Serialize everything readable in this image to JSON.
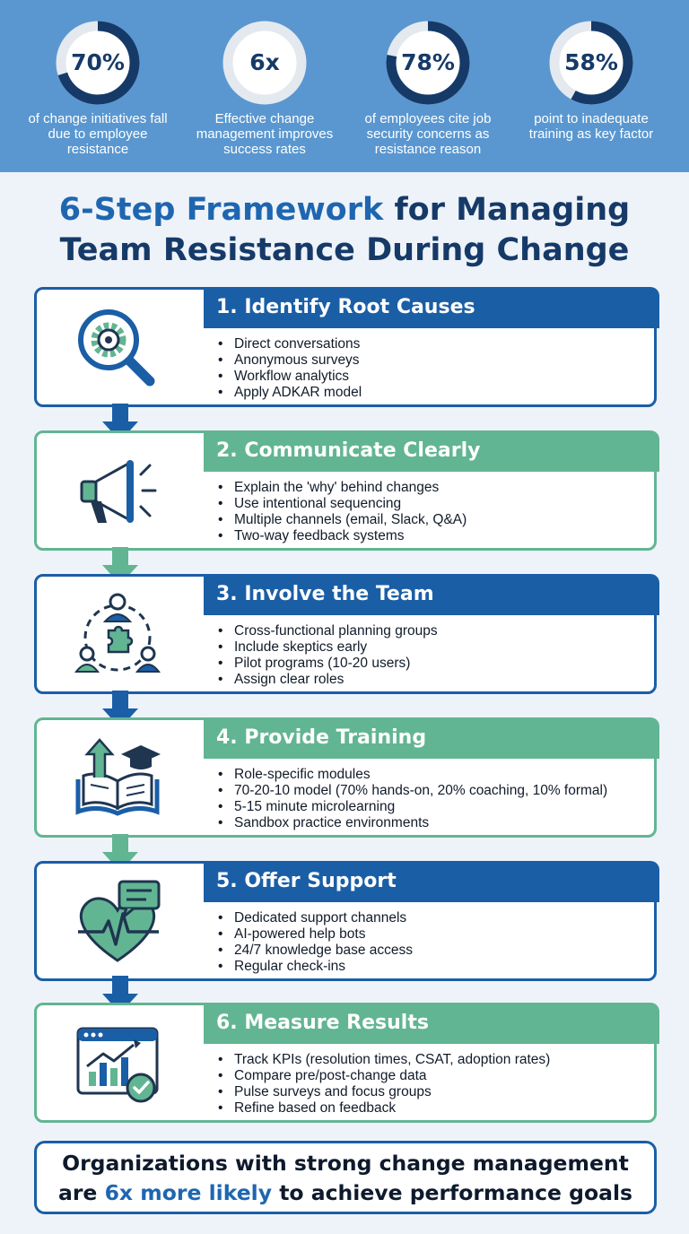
{
  "stats": [
    {
      "value": "70%",
      "caption": "of change initiatives fall due to employee resistance",
      "fraction": 0.7
    },
    {
      "value": "6x",
      "caption": "Effective change management improves success rates",
      "fraction": 0
    },
    {
      "value": "78%",
      "caption": "of employees cite job security concerns as resistance reason",
      "fraction": 0.78
    },
    {
      "value": "58%",
      "caption": "point to inadequate training as key factor",
      "fraction": 0.58
    }
  ],
  "title": {
    "highlight": "6-Step Framework",
    "line1_rest": " for Managing",
    "line2": "Team Resistance During Change"
  },
  "steps": [
    {
      "title": "1. Identify Root Causes",
      "icon": "magnifier-gear-icon",
      "bullets": [
        "Direct conversations",
        "Anonymous surveys",
        "Workflow analytics",
        "Apply ADKAR model"
      ]
    },
    {
      "title": "2. Communicate Clearly",
      "icon": "megaphone-icon",
      "bullets": [
        "Explain the 'why' behind changes",
        "Use intentional sequencing",
        "Multiple channels (email, Slack, Q&A)",
        "Two-way feedback systems"
      ]
    },
    {
      "title": "3. Involve the Team",
      "icon": "team-puzzle-icon",
      "bullets": [
        "Cross-functional planning groups",
        "Include skeptics early",
        "Pilot programs (10-20 users)",
        "Assign clear roles"
      ]
    },
    {
      "title": "4. Provide Training",
      "icon": "book-graduation-icon",
      "bullets": [
        "Role-specific modules",
        "70-20-10 model (70% hands-on, 20% coaching, 10% formal)",
        "5-15 minute microlearning",
        "Sandbox practice environments"
      ]
    },
    {
      "title": "5. Offer Support",
      "icon": "heart-chat-icon",
      "bullets": [
        "Dedicated support channels",
        "AI-powered help bots",
        "24/7 knowledge base access",
        "Regular check-ins"
      ]
    },
    {
      "title": "6. Measure Results",
      "icon": "dashboard-chart-icon",
      "bullets": [
        "Track KPIs (resolution times, CSAT, adoption rates)",
        "Compare pre/post-change data",
        "Pulse surveys and focus groups",
        "Refine based on feedback"
      ]
    }
  ],
  "footer": {
    "line1": "Organizations with strong change management",
    "line2_pre": "are ",
    "line2_highlight": "6x more likely",
    "line2_post": " to achieve performance goals"
  },
  "colors": {
    "banner": "#5a97d0",
    "navy": "#163a68",
    "blue": "#1a5ea6",
    "green": "#62b592",
    "ring_track": "#e4e9ef"
  }
}
